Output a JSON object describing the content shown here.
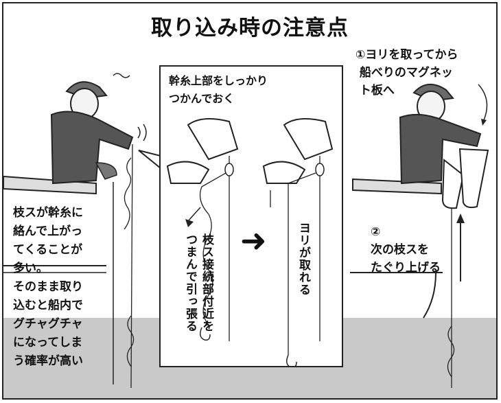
{
  "title": "取り込み時の注意点",
  "left_note": "枝スが幹糸に\n絡んで上がっ\nてくることが\n多い。\nそのまま取り\n込むと船内で\nグチャグチャ\nになってしま\nう確率が高い",
  "panel": {
    "top_text": "幹糸上部をしっかり\nつかんでおく",
    "left_vertical": "枝ス接続部付近を\nつまんで引っ張る",
    "right_vertical": "ヨリが取れる",
    "arrow_glyph": "➜"
  },
  "step1": "①ヨリを取ってから\n 船べりのマグネッ\n ト板へ",
  "step2": "②\n次の枝スを\nたぐり上げる",
  "colors": {
    "line": "#222222",
    "sea": "#c9c9c9",
    "jacket": "#555555",
    "cap": "#6a6a6a"
  }
}
